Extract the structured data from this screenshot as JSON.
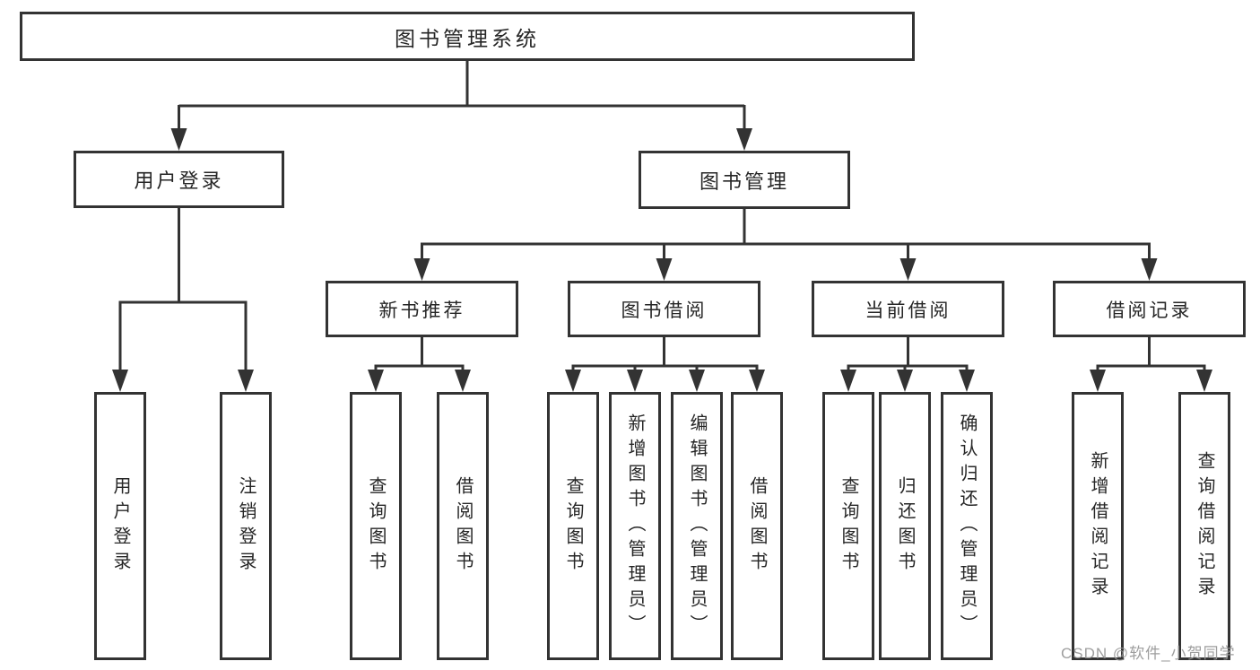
{
  "diagram_title": "图书管理系统",
  "colors": {
    "line": "#333333",
    "box_border": "#333333",
    "text": "#262626",
    "background": "#ffffff",
    "watermark": "#969696"
  },
  "tree": {
    "root": {
      "label": "图书管理系统"
    },
    "level2": [
      {
        "label": "用户登录"
      },
      {
        "label": "图书管理"
      }
    ],
    "level3": [
      {
        "label": "新书推荐"
      },
      {
        "label": "图书借阅"
      },
      {
        "label": "当前借阅"
      },
      {
        "label": "借阅记录"
      }
    ],
    "leaves": {
      "user_login": [
        "用户登录",
        "注销登录"
      ],
      "new_book_recommend": [
        "查询图书",
        "借阅图书"
      ],
      "book_borrow": [
        "查询图书",
        "新增图书（管理员）",
        "编辑图书（管理员）",
        "借阅图书"
      ],
      "current_borrow": [
        "查询图书",
        "归还图书",
        "确认归还（管理员）"
      ],
      "borrow_record": [
        "新增借阅记录",
        "查询借阅记录"
      ]
    }
  },
  "watermark": {
    "text": "CSDN @软件_小贺同学"
  }
}
